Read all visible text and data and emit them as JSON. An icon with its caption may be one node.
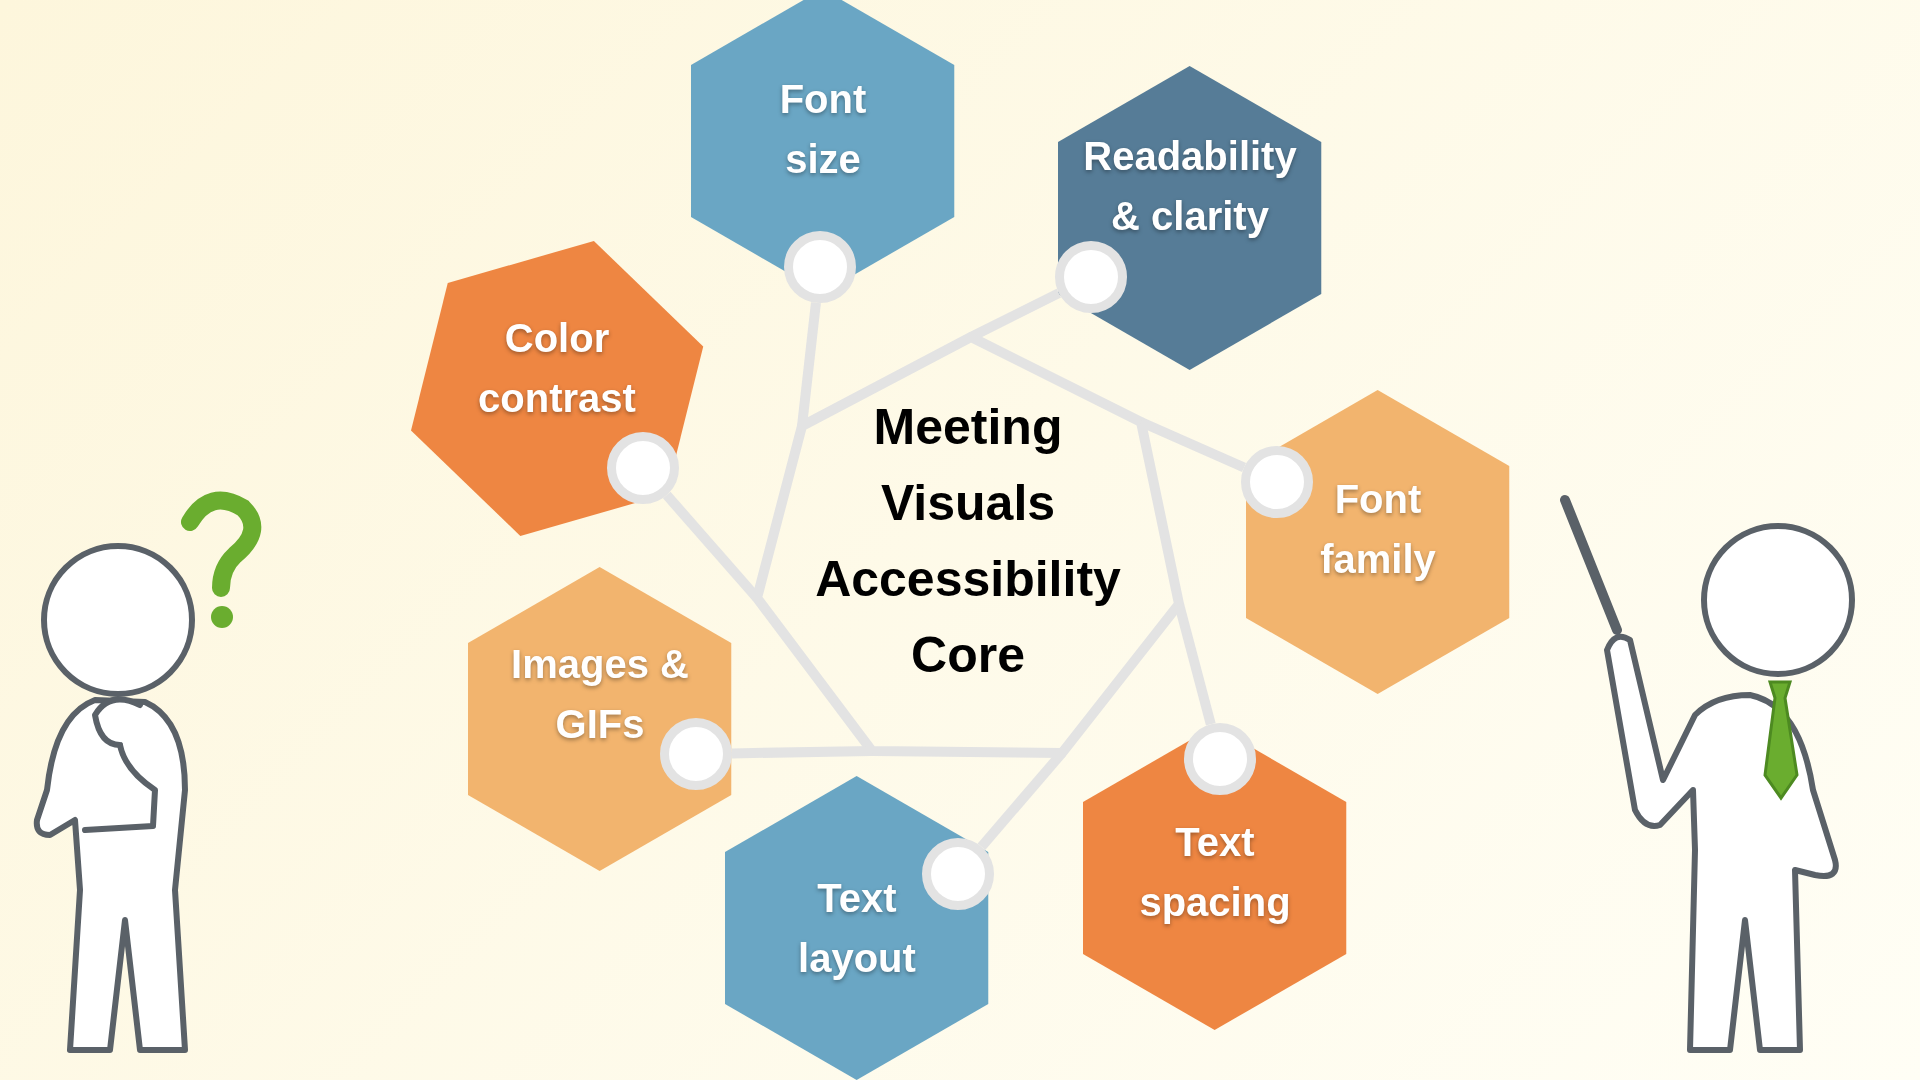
{
  "diagram": {
    "nodes": [
      {
        "text": [
          "Meeting Visuals Accessibility Core"
        ]
      },
      {
        "text": [
          "Font size"
        ]
      },
      {
        "text": [
          "Readability & clarity"
        ]
      },
      {
        "text": [
          "Color contrast"
        ]
      },
      {
        "text": [
          "Font family"
        ]
      },
      {
        "text": [
          "Images & GIFs"
        ]
      },
      {
        "text": [
          "Text spacing"
        ]
      },
      {
        "text": [
          "Text layout"
        ]
      }
    ],
    "edges": [
      {
        "from": 0,
        "to": 1,
        "arrow": "none"
      },
      {
        "from": 0,
        "to": 2,
        "arrow": "none"
      },
      {
        "from": 0,
        "to": 3,
        "arrow": "none"
      },
      {
        "from": 0,
        "to": 4,
        "arrow": "none"
      },
      {
        "from": 0,
        "to": 5,
        "arrow": "none"
      },
      {
        "from": 0,
        "to": 6,
        "arrow": "none"
      },
      {
        "from": 0,
        "to": 7,
        "arrow": "none"
      }
    ]
  }
}
